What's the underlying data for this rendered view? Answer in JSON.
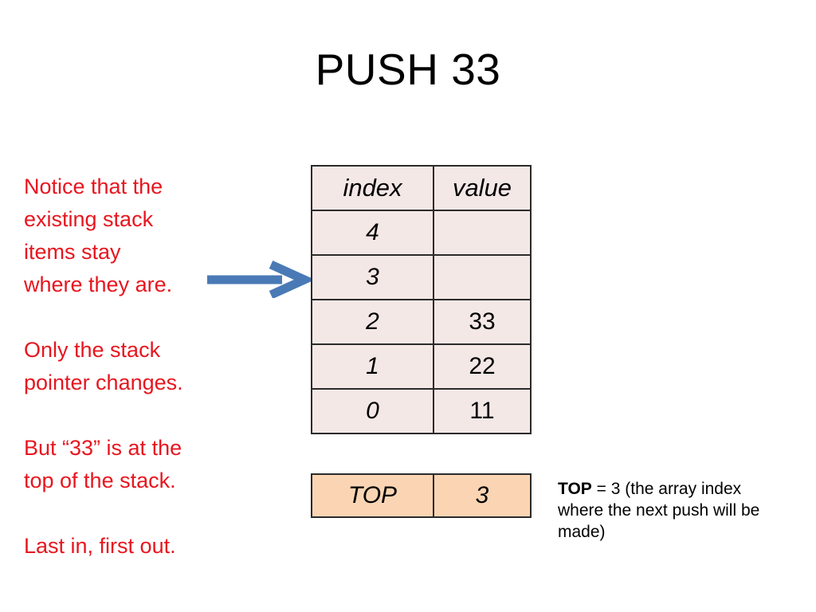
{
  "slide": {
    "title": "PUSH 33",
    "background_color": "#ffffff"
  },
  "notes": {
    "color": "#e7161f",
    "paragraphs": [
      "Notice that the\nexisting stack\nitems stay\nwhere they are.",
      "Only the stack\npointer changes.",
      "But “33” is at the\ntop of the stack.",
      "Last in, first out."
    ]
  },
  "arrow": {
    "name": "right-arrow",
    "color": "#4a7ab5",
    "direction": "right",
    "points_to_row_index": "3"
  },
  "stack_table": {
    "fill_color": "#f4e8e6",
    "border_color": "#2b2b2b",
    "headers": [
      "index",
      "value"
    ],
    "rows": [
      {
        "index": "4",
        "value": ""
      },
      {
        "index": "3",
        "value": ""
      },
      {
        "index": "2",
        "value": "33"
      },
      {
        "index": "1",
        "value": "22"
      },
      {
        "index": "0",
        "value": "11"
      }
    ]
  },
  "top_box": {
    "fill_color": "#fbd5b3",
    "border_color": "#2b2b2b",
    "label": "TOP",
    "value": "3"
  },
  "top_caption": {
    "strong": "TOP",
    "rest": " = 3 (the array index where the next push will be made)"
  }
}
